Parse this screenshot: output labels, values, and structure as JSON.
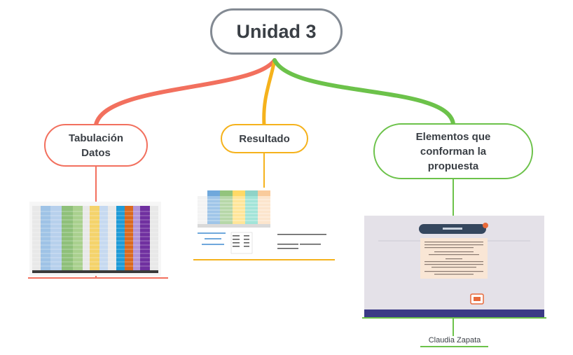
{
  "map": {
    "central_topic": "Unidad 3",
    "branches": [
      {
        "label_line1": "Tabulación",
        "label_line2": "Datos",
        "color": "#f2705e"
      },
      {
        "label": "Resultado",
        "color": "#f5b21c"
      },
      {
        "label_line1": "Elementos que",
        "label_line2": "conforman la",
        "label_line3": "propuesta",
        "color": "#6cc24a"
      }
    ],
    "author": "Claudia Zapata"
  }
}
